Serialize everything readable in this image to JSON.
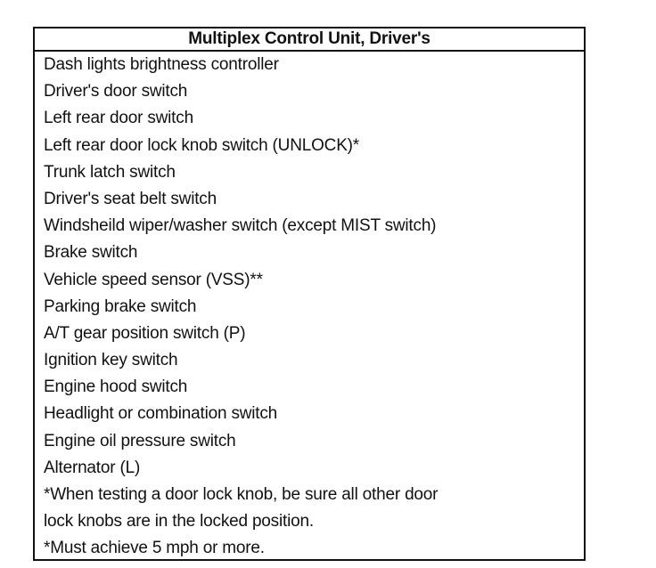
{
  "table": {
    "title": "Multiplex Control Unit, Driver's",
    "items": [
      "Dash lights brightness controller",
      "Driver's door switch",
      "Left rear door switch",
      "Left rear door lock knob switch (UNLOCK)*",
      "Trunk latch switch",
      "Driver's seat belt switch",
      "Windsheild wiper/washer switch (except MIST switch)",
      "Brake switch",
      "Vehicle speed sensor (VSS)**",
      "Parking brake switch",
      "A/T gear position switch (P)",
      "Ignition key switch",
      "Engine hood switch",
      "Headlight or combination switch",
      "Engine oil pressure switch",
      "Alternator (L)"
    ],
    "notes": [
      "*When testing a door lock knob, be sure all other door",
      "lock knobs are in the locked position.",
      "*Must achieve 5 mph or more."
    ]
  }
}
